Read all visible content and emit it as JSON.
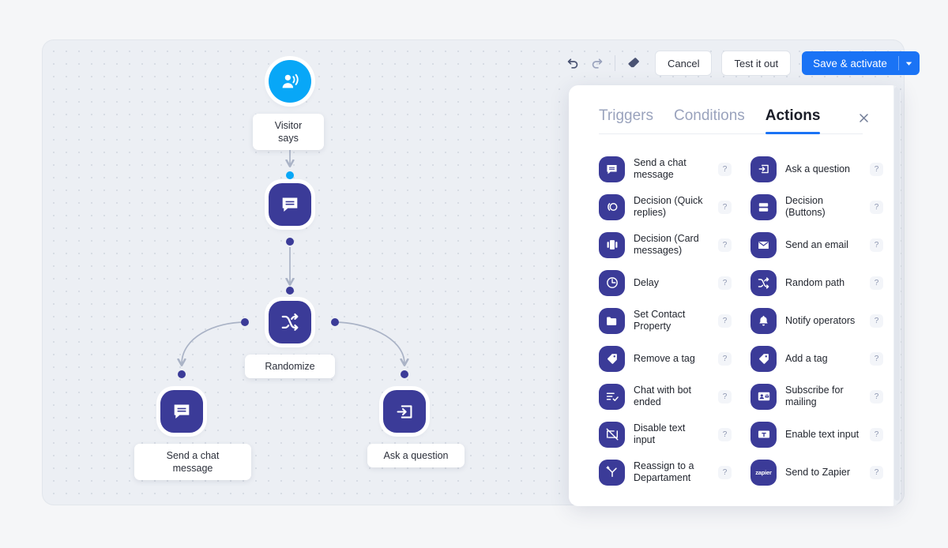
{
  "toolbar": {
    "undo_icon": "undo-icon",
    "redo_icon": "redo-icon",
    "eraser_icon": "eraser-icon",
    "cancel_label": "Cancel",
    "test_label": "Test it out",
    "save_label": "Save & activate",
    "save_caret_icon": "chevron-down-icon",
    "primary_color": "#1a73f5"
  },
  "flow": {
    "nodes": [
      {
        "id": "visitor-says",
        "label": "Visitor says",
        "icon": "visitor-says-icon",
        "shape": "circle",
        "color": "#08a7f7"
      },
      {
        "id": "chat-message-1",
        "label": "",
        "icon": "chat-message-icon",
        "shape": "squircle",
        "color": "#3b3b98"
      },
      {
        "id": "randomize",
        "label": "Randomize",
        "icon": "shuffle-icon",
        "shape": "squircle",
        "color": "#3b3b98"
      },
      {
        "id": "send-chat-message",
        "label": "Send a chat\nmessage",
        "icon": "chat-message-icon",
        "shape": "squircle",
        "color": "#3b3b98"
      },
      {
        "id": "ask-a-question",
        "label": "Ask a question",
        "icon": "ask-question-icon",
        "shape": "squircle",
        "color": "#3b3b98"
      }
    ]
  },
  "panel": {
    "close_icon": "close-icon",
    "tabs": [
      {
        "label": "Triggers",
        "active": false
      },
      {
        "label": "Conditions",
        "active": false
      },
      {
        "label": "Actions",
        "active": true
      }
    ],
    "help_glyph": "?",
    "actions": [
      {
        "label": "Send a chat\nmessage",
        "icon": "chat-message-icon"
      },
      {
        "label": "Ask a question",
        "icon": "ask-question-icon"
      },
      {
        "label": "Decision (Quick\nreplies)",
        "icon": "quick-replies-icon"
      },
      {
        "label": "Decision\n(Buttons)",
        "icon": "buttons-icon"
      },
      {
        "label": "Decision (Card\nmessages)",
        "icon": "card-messages-icon"
      },
      {
        "label": "Send an email",
        "icon": "email-icon"
      },
      {
        "label": "Delay",
        "icon": "clock-icon"
      },
      {
        "label": "Random path",
        "icon": "shuffle-icon"
      },
      {
        "label": "Set Contact\nProperty",
        "icon": "folder-icon"
      },
      {
        "label": "Notify operators",
        "icon": "bell-icon"
      },
      {
        "label": "Remove a tag",
        "icon": "tag-icon"
      },
      {
        "label": "Add a tag",
        "icon": "tag-icon"
      },
      {
        "label": "Chat with bot\nended",
        "icon": "checklist-icon"
      },
      {
        "label": "Subscribe for\nmailing",
        "icon": "subscribe-icon"
      },
      {
        "label": "Disable text\ninput",
        "icon": "disable-input-icon"
      },
      {
        "label": "Enable text input",
        "icon": "enable-input-icon"
      },
      {
        "label": "Reassign to a\nDepartament",
        "icon": "branch-icon"
      },
      {
        "label": "Send to Zapier",
        "icon": "zapier-icon",
        "badge_text": "zapier"
      }
    ]
  }
}
